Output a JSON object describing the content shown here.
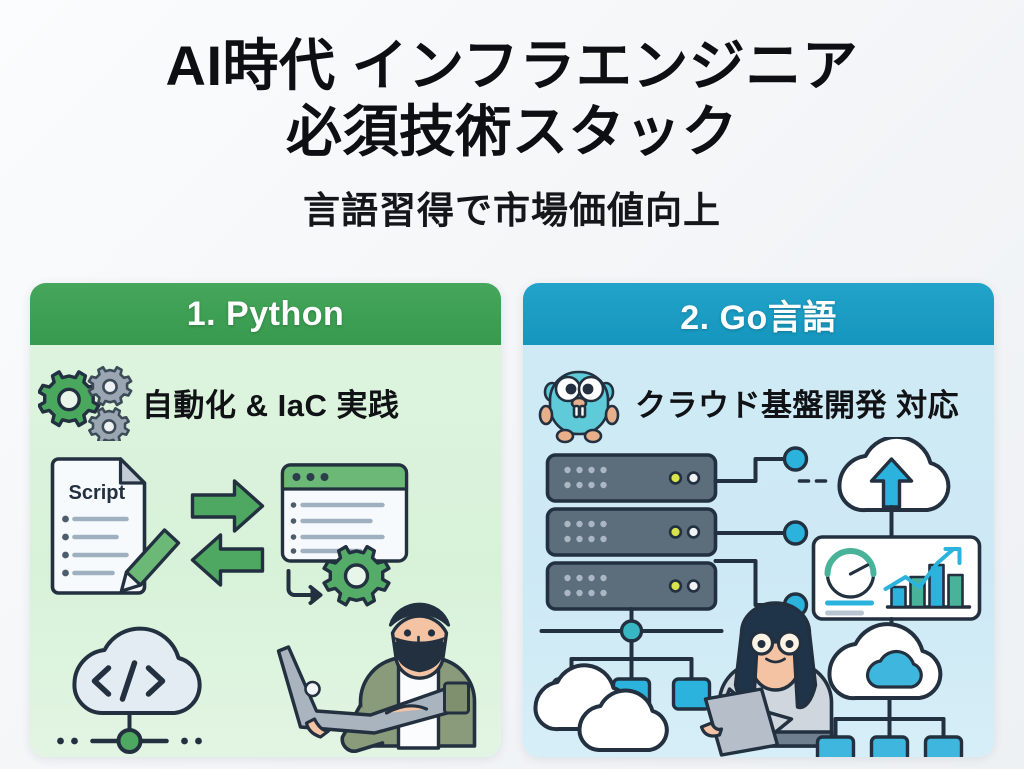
{
  "header": {
    "title_line1": "AI時代 インフラエンジニア",
    "title_line2": "必須技術スタック",
    "subtitle": "言語習得で市場価値向上"
  },
  "colors": {
    "python_header": "#389a4e",
    "python_body": "#d8f2d9",
    "go_header": "#1596be",
    "go_body": "#cde9f5",
    "ink": "#22303f",
    "accent_green": "#4aa85e",
    "accent_cyan": "#29abd4",
    "page_background": "#f4f6f8"
  },
  "cards": [
    {
      "id": "python",
      "heading": "1. Python",
      "feature_text": "自動化 & IaC 実践",
      "feature_icon": "gears-icon",
      "scene_items": [
        {
          "name": "script-document-icon",
          "label": "Script"
        },
        {
          "name": "pencil-icon",
          "label": ""
        },
        {
          "name": "arrow-right-icon",
          "label": ""
        },
        {
          "name": "arrow-left-icon",
          "label": ""
        },
        {
          "name": "code-window-icon",
          "label": ""
        },
        {
          "name": "gear-icon",
          "label": ""
        },
        {
          "name": "return-arrow-icon",
          "label": ""
        },
        {
          "name": "code-cloud-icon",
          "label": "</>"
        },
        {
          "name": "network-node-icon",
          "label": ""
        },
        {
          "name": "engineer-with-laptop-illustration",
          "label": ""
        }
      ]
    },
    {
      "id": "go",
      "heading": "2. Go言語",
      "feature_text": "クラウド基盤開発 対応",
      "feature_icon": "go-gopher-icon",
      "scene_items": [
        {
          "name": "server-rack-icon",
          "label": ""
        },
        {
          "name": "network-nodes-icon",
          "label": ""
        },
        {
          "name": "network-tree-icon",
          "label": ""
        },
        {
          "name": "cloud-pair-icon",
          "label": ""
        },
        {
          "name": "cloud-upload-icon",
          "label": ""
        },
        {
          "name": "dashboard-panel-icon",
          "label": ""
        },
        {
          "name": "gauge-icon",
          "label": ""
        },
        {
          "name": "bar-chart-icon",
          "label": ""
        },
        {
          "name": "cloud-network-icon",
          "label": ""
        },
        {
          "name": "engineer-with-tablet-illustration",
          "label": ""
        }
      ]
    }
  ]
}
